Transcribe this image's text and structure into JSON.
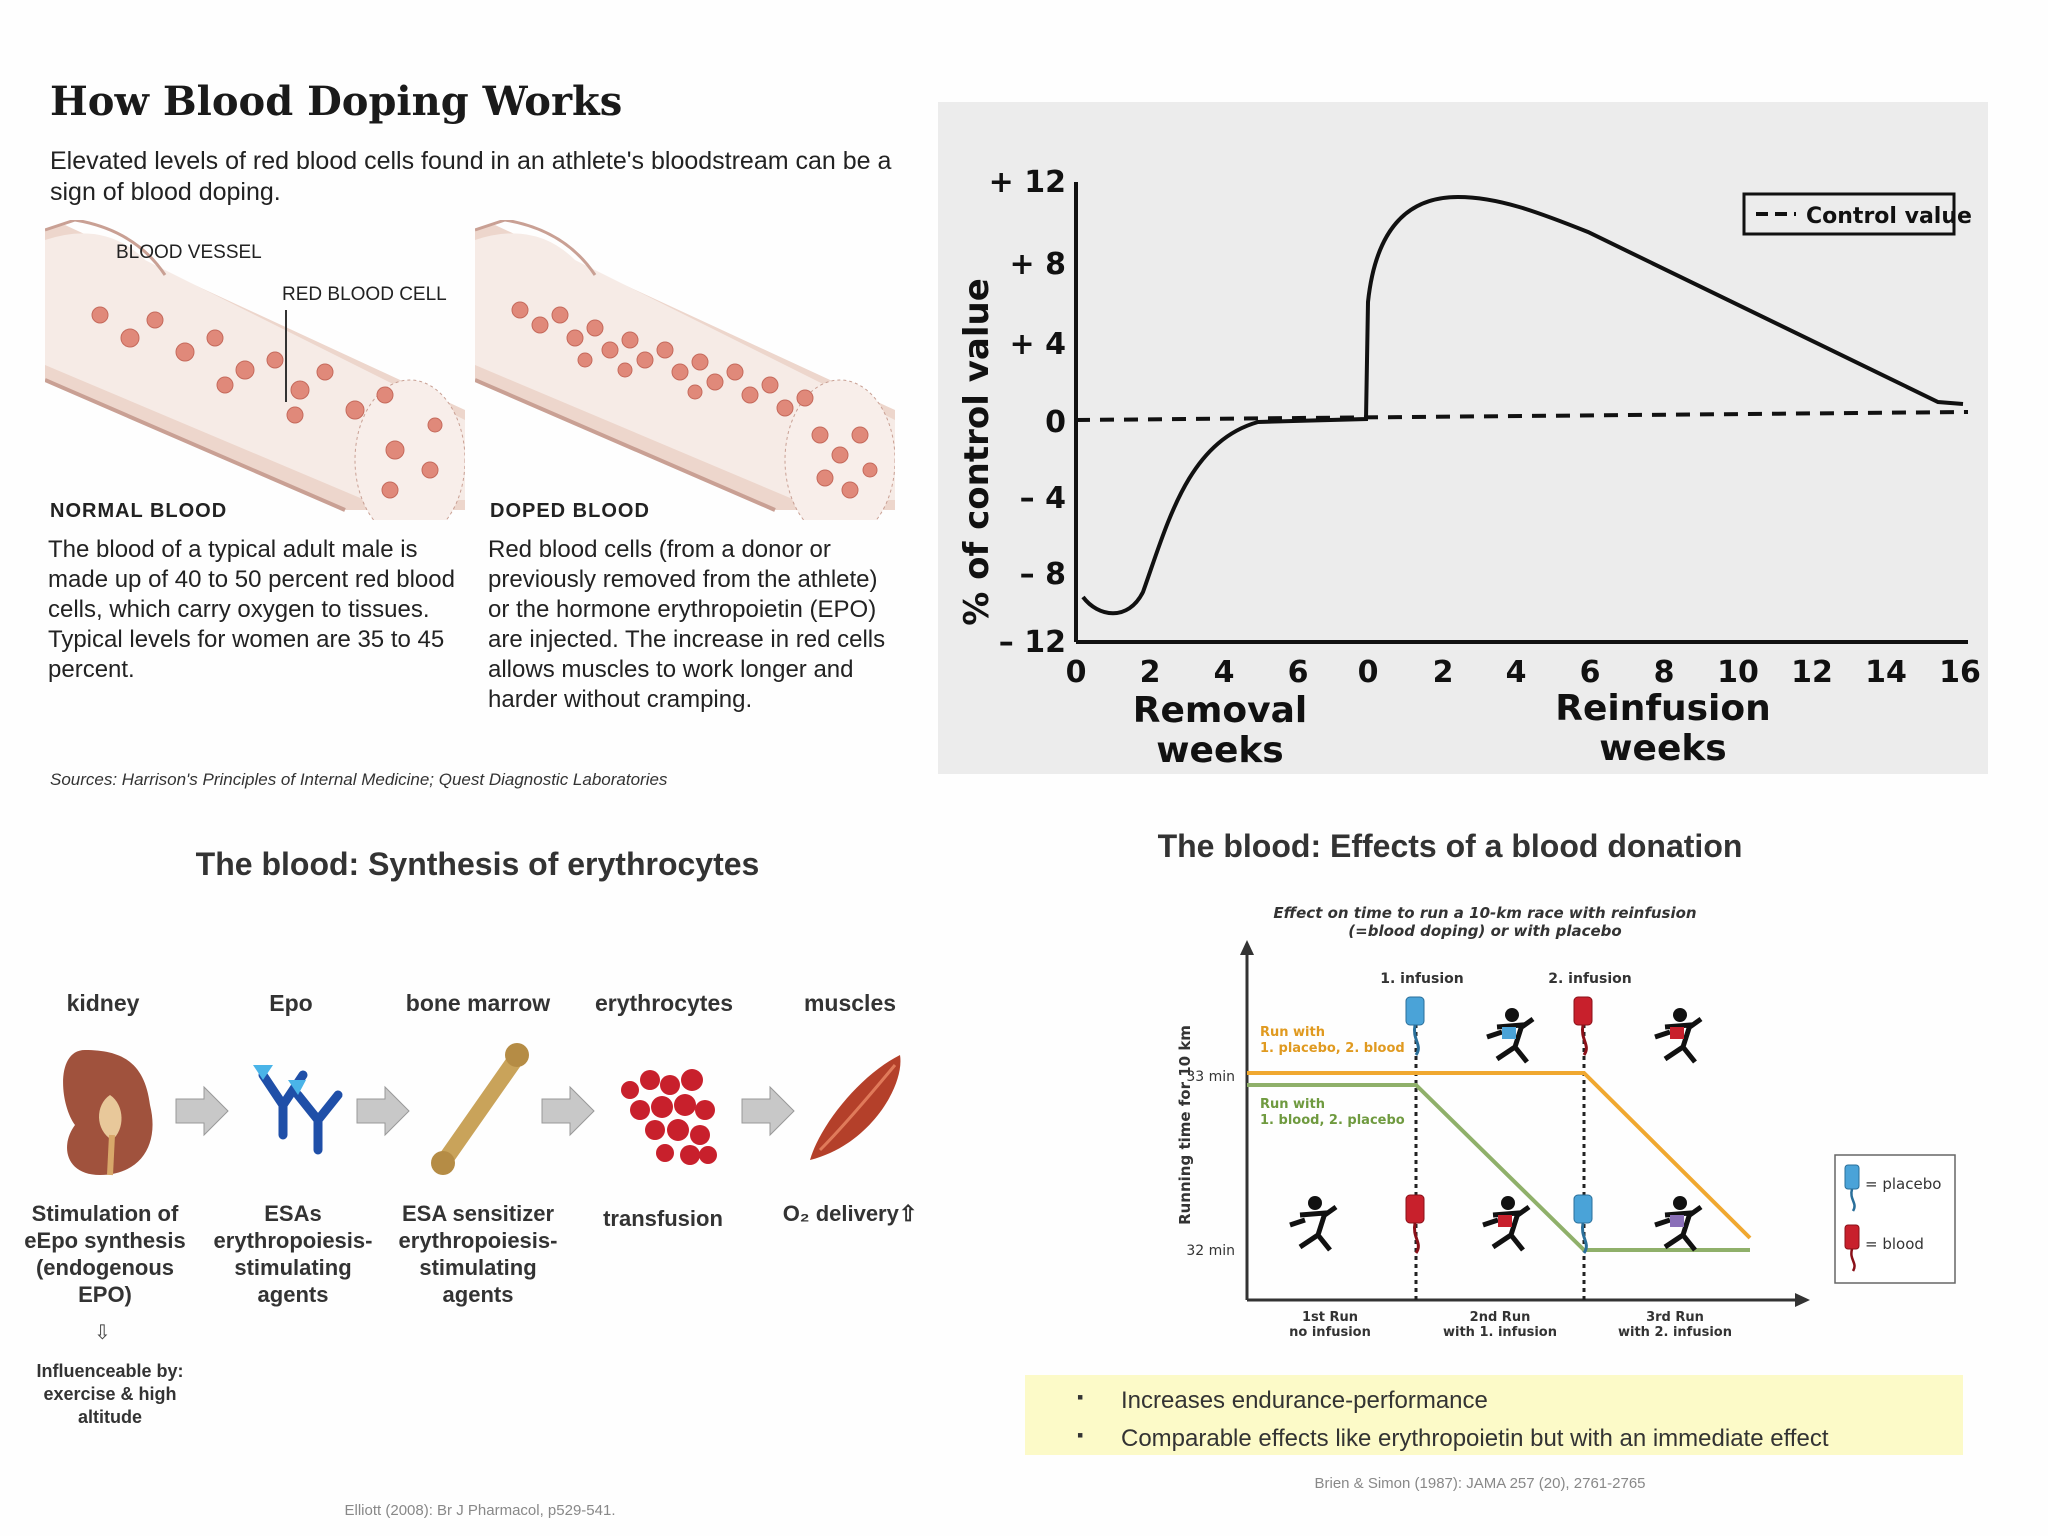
{
  "q1": {
    "title": "How Blood Doping Works",
    "subtitle": "Elevated levels of red blood cells found in an athlete's bloodstream can be a sign of blood doping.",
    "label_vessel": "BLOOD VESSEL",
    "label_cell": "RED BLOOD CELL",
    "normal_heading": "NORMAL BLOOD",
    "normal_text": "The blood of a typical adult male is made up of 40 to 50 percent red blood cells, which carry oxygen to tissues. Typical levels for women are 35 to 45 percent.",
    "doped_heading": "DOPED BLOOD",
    "doped_text": "Red blood cells (from a donor or previously removed from the athlete) or the hormone erythropoietin (EPO) are injected. The increase in red cells allows muscles to work longer and harder without cramping.",
    "sources": "Sources: Harrison's Principles of Internal Medicine; Quest Diagnostic Laboratories"
  },
  "q2": {
    "ylabel": "% of control value",
    "legend": "Control value",
    "removal_label_1": "Removal",
    "removal_label_2": "weeks",
    "reinfusion_label_1": "Reinfusion",
    "reinfusion_label_2": "weeks",
    "yticks": [
      "+ 12",
      "+ 8",
      "+ 4",
      "0",
      "– 4",
      "– 8",
      "– 12"
    ],
    "xticks_removal": [
      "0",
      "2",
      "4",
      "6"
    ],
    "xticks_reinfusion": [
      "0",
      "2",
      "4",
      "6",
      "8",
      "10",
      "12",
      "14",
      "16"
    ]
  },
  "q3": {
    "title": "The blood: Synthesis of erythrocytes",
    "steps": [
      {
        "label": "kidney",
        "desc": "Stimulation of eEpo synthesis (endogenous EPO)"
      },
      {
        "label": "Epo",
        "desc": "ESAs erythropoiesis-stimulating agents"
      },
      {
        "label": "bone marrow",
        "desc": "ESA sensitizer erythropoiesis-stimulating agents"
      },
      {
        "label": "erythrocytes",
        "desc": "transfusion"
      },
      {
        "label": "muscles",
        "desc": "O₂ delivery⇧"
      }
    ],
    "down_arrow": "⇩",
    "influence": "Influenceable by: exercise & high altitude",
    "citation": "Elliott (2008): Br J Pharmacol, p529-541."
  },
  "q4": {
    "title": "The blood: Effects of a blood donation",
    "chart_title_1": "Effect on time to run a 10-km race with reinfusion",
    "chart_title_2": "(=blood doping) or with placebo",
    "ylabel": "Running time for 10 km",
    "ytick_high": "33 min",
    "ytick_low": "32 min",
    "infusion_1": "1. infusion",
    "infusion_2": "2. infusion",
    "series_orange_1": "Run with",
    "series_orange_2": "1. placebo, 2. blood",
    "series_green_1": "Run with",
    "series_green_2": "1. blood, 2. placebo",
    "runs": [
      {
        "l1": "1st Run",
        "l2": "no infusion"
      },
      {
        "l1": "2nd Run",
        "l2": "with 1. infusion"
      },
      {
        "l1": "3rd Run",
        "l2": "with 2. infusion"
      }
    ],
    "legend_placebo": "= placebo",
    "legend_blood": "= blood",
    "bullets": [
      "Increases endurance-performance",
      "Comparable effects like erythropoietin but with an immediate effect"
    ],
    "bullet_char": "▪",
    "citation": "Brien & Simon (1987): JAMA 257 (20), 2761-2765",
    "colors": {
      "orange": "#f0a830",
      "green": "#8fb06a"
    }
  }
}
